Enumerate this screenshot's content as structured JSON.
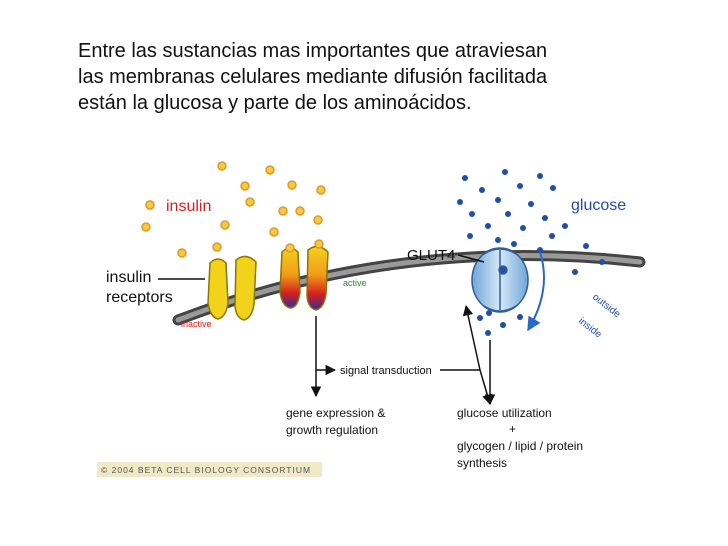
{
  "intro": {
    "line1": "Entre las sustancias mas importantes que atraviesan",
    "line2": "las membranas celulares mediante difusión facilitada",
    "line3": "están la glucosa y parte de los aminoácidos."
  },
  "diagram": {
    "insulin_label": "insulin",
    "glucose_label": "glucose",
    "glut4_label": "GLUT4",
    "receptors_label_1": "insulin",
    "receptors_label_2": "receptors",
    "inactive_label": "inactive",
    "active_label": "active",
    "outside_label": "outside",
    "inside_label": "inside",
    "signal_label": "signal transduction",
    "gene_label_1": "gene expression &",
    "gene_label_2": "growth regulation",
    "glucose_util_1": "glucose utilization",
    "glucose_util_plus": "+",
    "glucose_util_2": "glycogen / lipid / protein",
    "glucose_util_3": "synthesis",
    "copyright": "© 2004 BETA CELL BIOLOGY CONSORTIUM"
  },
  "colors": {
    "insulin_red": "#d42020",
    "glucose_blue": "#1f4fa8",
    "insulin_dot": "#f2b634",
    "receptor_yellow": "#f2d21a",
    "membrane": "#555555",
    "glut4": "#9cc3e6",
    "active_green": "#2e8b2e"
  }
}
